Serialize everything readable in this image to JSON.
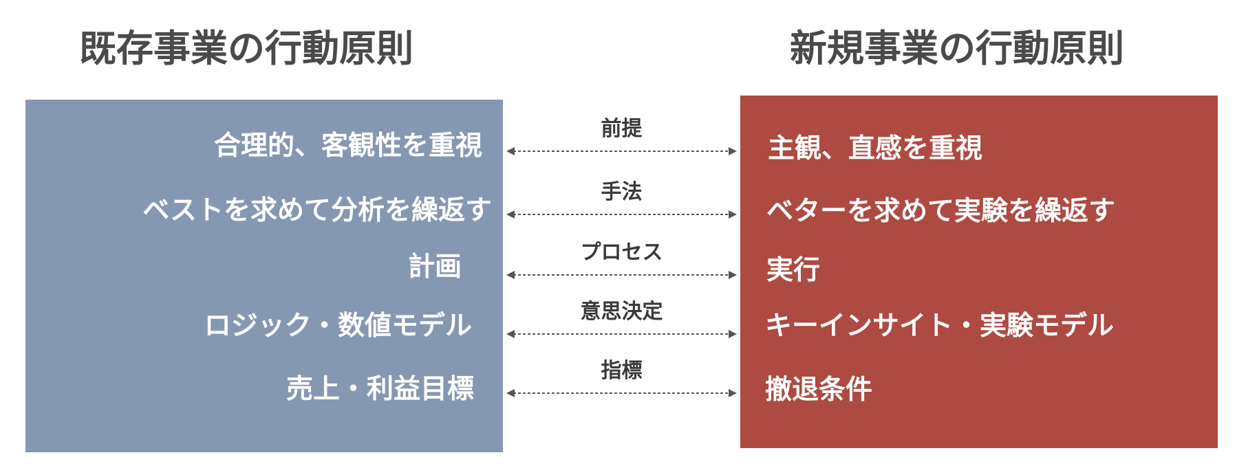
{
  "colors": {
    "left_panel": "#8598b2",
    "right_panel": "#ad4a41",
    "panel_text": "#ffffff",
    "heading_text": "#4a4a4a",
    "connector": "#555555"
  },
  "left": {
    "title": "既存事業の行動原則",
    "items": [
      "合理的、客観性を重視",
      "ベストを求めて分析を繰返す",
      "計画",
      "ロジック・数値モデル",
      "売上・利益目標"
    ]
  },
  "right": {
    "title": "新規事業の行動原則",
    "items": [
      "主観、直感を重視",
      "ベターを求めて実験を繰返す",
      "実行",
      "キーインサイト・実験モデル",
      "撤退条件"
    ]
  },
  "connectors": [
    {
      "label": "前提"
    },
    {
      "label": "手法"
    },
    {
      "label": "プロセス"
    },
    {
      "label": "意思決定"
    },
    {
      "label": "指標"
    }
  ]
}
